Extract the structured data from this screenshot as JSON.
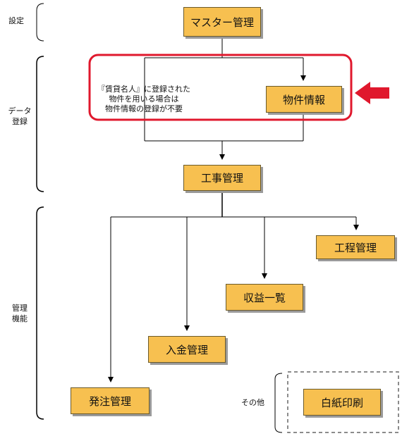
{
  "section_labels": {
    "settings": "設定",
    "data_entry": [
      "データ",
      "登録"
    ],
    "management": [
      "管理",
      "機能"
    ],
    "other": "その他"
  },
  "boxes": {
    "master": "マスター管理",
    "property": "物件情報",
    "construction": "工事管理",
    "process": "工程管理",
    "profit": "収益一覧",
    "payment": "入金管理",
    "order": "発注管理",
    "blank_print": "白紙印刷"
  },
  "note_lines": [
    "『賃貸名人』に登録された",
    "物件を用いる場合は",
    "物件情報の登録が不要"
  ],
  "colors": {
    "box_fill": "#f7c050",
    "highlight": "#e0182d",
    "arrow": "#e0182d"
  }
}
